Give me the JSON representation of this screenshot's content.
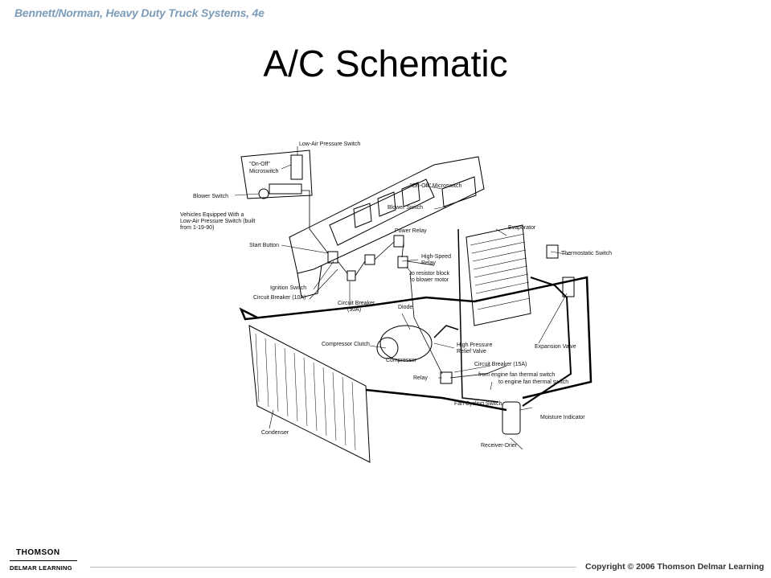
{
  "header": {
    "book_title": "Bennett/Norman, Heavy Duty Truck Systems, 4e"
  },
  "slide": {
    "title": "A/C  Schematic"
  },
  "diagram": {
    "labels": {
      "low_air_pressure_switch": "Low-Air Pressure Switch",
      "onoff_microswitch_inset_line1": "\"On-Off\"",
      "onoff_microswitch_inset_line2": "Microswitch",
      "onoff_microswitch": "\"On-Off\" Microswitch",
      "blower_switch_left": "Blower Switch",
      "blower_switch_right": "Blower Switch",
      "vehicles_note_line1": "Vehicles Equipped With a",
      "vehicles_note_line2": "Low-Air Pressure Switch (built",
      "vehicles_note_line3": "from 1-19-90)",
      "start_button": "Start Button",
      "power_relay": "Power Relay",
      "evaporator": "Evaporator",
      "thermostatic_switch": "Thermostatic Switch",
      "high_speed_relay_line1": "High-Speed",
      "high_speed_relay_line2": "Relay",
      "resistor_block_line1": "to resistor block",
      "resistor_block_line2": "to blower motor",
      "ignition_switch": "Ignition Switch",
      "circuit_breaker_10a": "Circuit Breaker (10A)",
      "circuit_breaker_30a_line1": "Circuit Breaker",
      "circuit_breaker_30a_line2": "(30A)",
      "diode": "Diode",
      "compressor_clutch": "Compressor Clutch",
      "high_pressure_relief_line1": "High Pressure",
      "high_pressure_relief_line2": "Relief Valve",
      "expansion_valve": "Expansion Valve",
      "compressor": "Compressor",
      "circuit_breaker_15a": "Circuit Breaker (15A)",
      "fan_thermal_line1": "from engine fan thermal switch",
      "fan_thermal_line2": "to engine fan thermal switch",
      "relay": "Relay",
      "fan_cycling_switch": "Fan Cycling Switch",
      "moisture_indicator": "Moisture Indicator",
      "condenser": "Condenser",
      "receiver_drier": "Receiver-Drier"
    }
  },
  "footer": {
    "logo_top": "THOMSON",
    "logo_bottom": "DELMAR LEARNING",
    "copyright": "Copyright © 2006 Thomson Delmar Learning"
  },
  "colors": {
    "header_text": "#7d9cb8",
    "title_text": "#000000",
    "line_art": "#000000"
  }
}
